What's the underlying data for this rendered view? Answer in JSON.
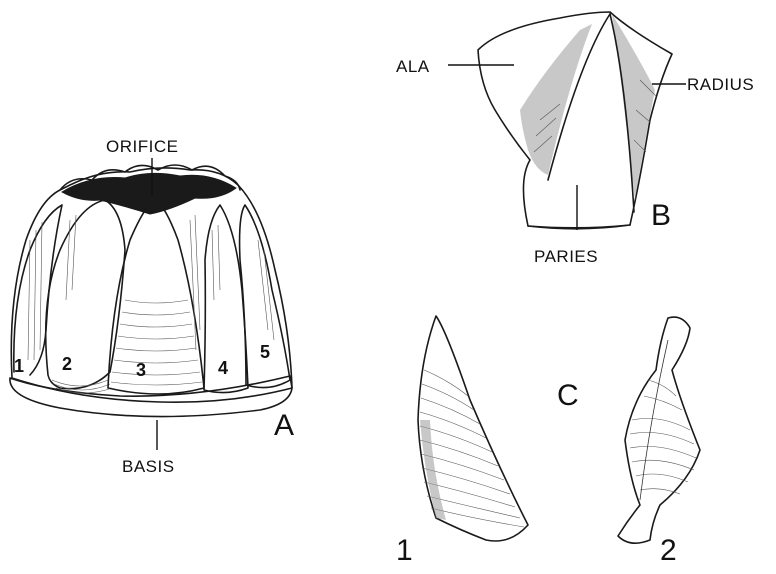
{
  "labels": {
    "orifice": "ORIFICE",
    "basis": "BASIS",
    "ala": "ALA",
    "radius": "RADIUS",
    "paries": "PARIES"
  },
  "panels": {
    "a": "A",
    "b": "B",
    "c": "C"
  },
  "plates": [
    "1",
    "2",
    "3",
    "4",
    "5"
  ],
  "views": [
    "1",
    "2"
  ]
}
